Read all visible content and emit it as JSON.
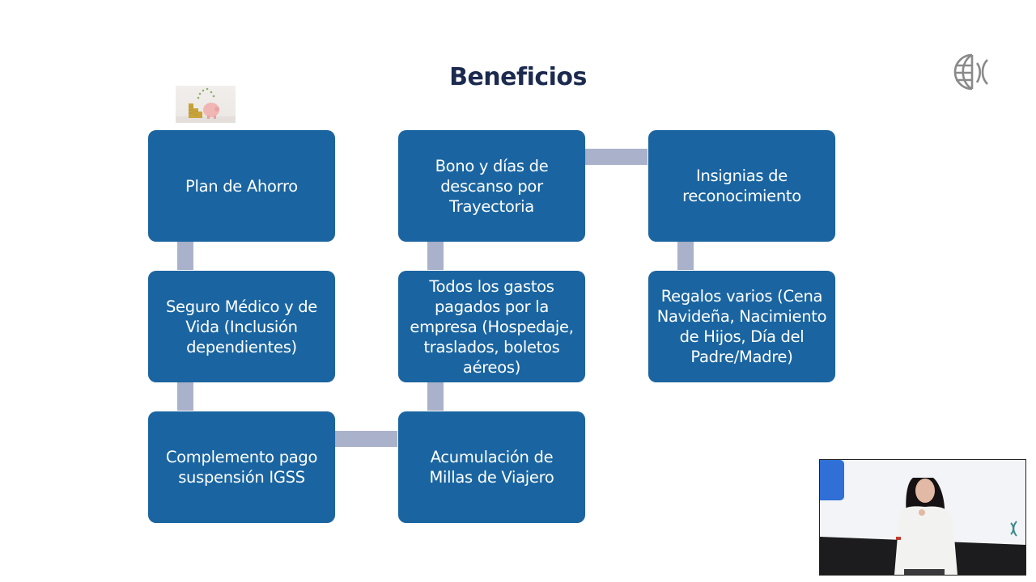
{
  "slide": {
    "title": "Beneficios",
    "logo_icon": "globe-logo-icon",
    "thumbnail": "piggy-bank-coins-image",
    "boxes": [
      {
        "id": "plan-ahorro",
        "label": "Plan de Ahorro"
      },
      {
        "id": "seguro-medico",
        "label": "Seguro Médico y de\nVida (Inclusión\ndependientes)"
      },
      {
        "id": "complemento-igss",
        "label": "Complemento pago\nsuspensión IGSS"
      },
      {
        "id": "millas-viajero",
        "label": "Acumulación de\nMillas de Viajero"
      },
      {
        "id": "gastos-pagados",
        "label": "Todos los gastos\npagados por la\nempresa (Hospedaje,\ntraslados, boletos\naéreos)"
      },
      {
        "id": "bono-trayectoria",
        "label": "Bono y días de\ndescanso por\nTrayectoria"
      },
      {
        "id": "insignias",
        "label": "Insignias de\nreconocimiento"
      },
      {
        "id": "regalos",
        "label": "Regalos varios (Cena\nNavideña, Nacimiento\nde Hijos, Día del\nPadre/Madre)"
      }
    ],
    "colors": {
      "box": "#1a65a1",
      "connector": "#aab2cb",
      "title": "#1b2a4e"
    }
  },
  "video_overlay": {
    "content": "presenter-camera-feed"
  }
}
